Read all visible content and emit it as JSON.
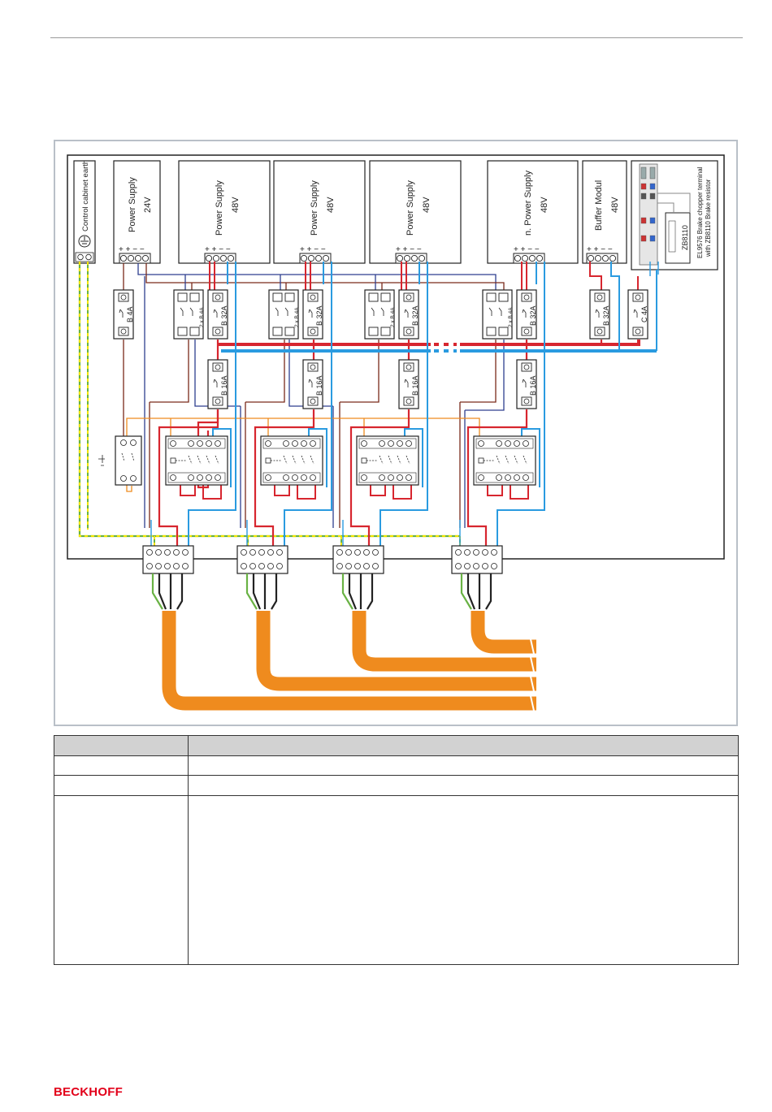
{
  "diagram": {
    "earth_label": "Control cabinet earth",
    "supplies": [
      {
        "name": "Power Supply",
        "voltage": "24V"
      },
      {
        "name": "Power Supply",
        "voltage": "48V"
      },
      {
        "name": "Power Supply",
        "voltage": "48V"
      },
      {
        "name": "Power Supply",
        "voltage": "48V"
      },
      {
        "name": "n. Power Supply",
        "voltage": "48V"
      },
      {
        "name": "Buffer Modul",
        "voltage": "48V"
      }
    ],
    "polarity": "+ + − −",
    "brake": {
      "label_line1": "EL9576 Brake chopper terminal",
      "label_line2": "with ZB8110 Brake resistor",
      "resistor": "ZB8110"
    },
    "breakers": {
      "b4a": "B 4A",
      "b2x4a": "2 x B 4A",
      "b32a": "B 32A",
      "b16a": "B 16A",
      "c4a": "C 4A"
    }
  },
  "colors": {
    "red": "#d7262f",
    "blue": "#2a9be0",
    "darkblue": "#2e3f8f",
    "brown": "#7a2a1a",
    "orange": "#ef8b1e",
    "green": "#69b244",
    "yellow": "#f2e400",
    "logo": "#e2001a"
  },
  "brand": "BECKHOFF"
}
